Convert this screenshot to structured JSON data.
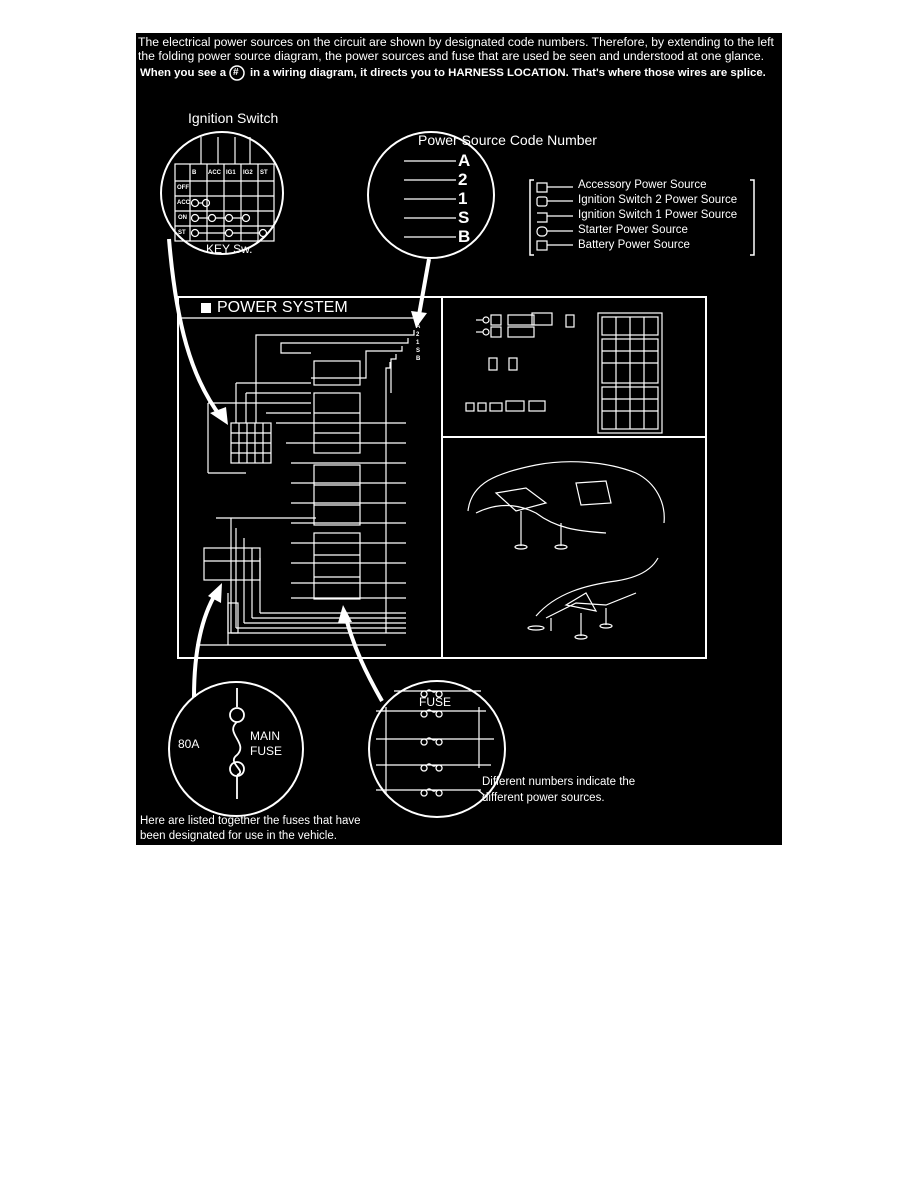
{
  "intro": {
    "line1": "The electrical power sources on the circuit are shown by designated code numbers. Therefore, by extending to the left",
    "line2": "the folding power source diagram, the power sources and fuse that are used be seen and understood at one glance.",
    "line3a": "When you see a",
    "line3_symbol": "#",
    "line3b": "in a wiring diagram, it directs you to HARNESS LOCATION. That's where those wires are splice."
  },
  "ignition": {
    "title": "Ignition Switch",
    "footer": "KEY Sw.",
    "columns": [
      "B",
      "ACC",
      "IG1",
      "IG2",
      "ST"
    ],
    "rows": [
      "OFF",
      "ACC",
      "ON",
      "ST"
    ]
  },
  "power_code": {
    "title": "Power Source Code Number",
    "codes": [
      "A",
      "2",
      "1",
      "S",
      "B"
    ]
  },
  "legend": [
    "Accessory Power Source",
    "Ignition Switch 2 Power Source",
    "Ignition Switch 1 Power Source",
    "Starter Power Source",
    "Battery Power Source"
  ],
  "power_system": {
    "title": "POWER SYSTEM",
    "bus_labels": [
      "A",
      "2",
      "1",
      "S",
      "B"
    ]
  },
  "main_fuse": {
    "rating": "80A",
    "label_line1": "MAIN",
    "label_line2": "FUSE"
  },
  "fuse_detail": {
    "label": "FUSE",
    "note_line1": "Different numbers indicate the",
    "note_line2": "different power sources."
  },
  "bottom_note": {
    "line1": "Here are listed together the fuses that have",
    "line2": "been designated for use in the vehicle."
  },
  "colors": {
    "background": "#000000",
    "foreground": "#ffffff",
    "page": "#ffffff"
  }
}
